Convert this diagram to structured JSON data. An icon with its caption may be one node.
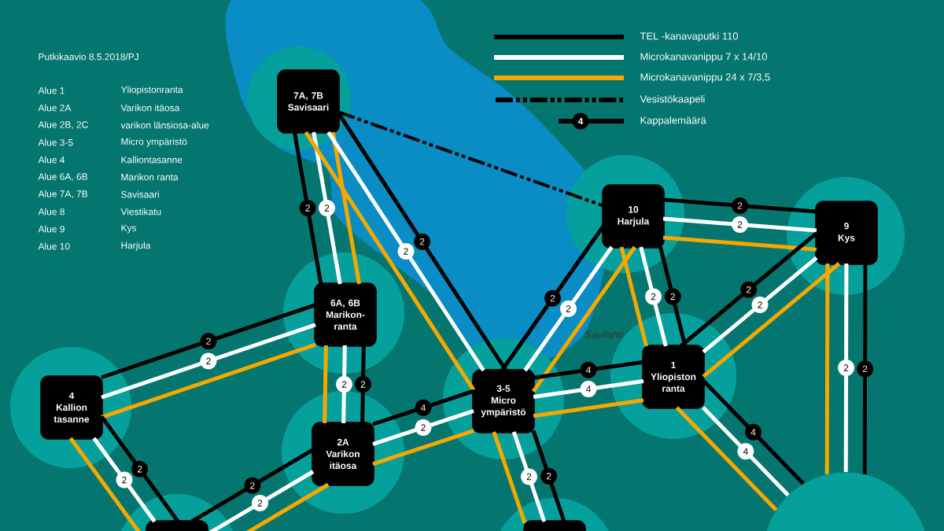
{
  "diagram": {
    "title": "Putkikaavio 8.5.2018/PJ",
    "nodes": [
      {
        "text": [
          "7A, 7B",
          "Savisaari"
        ]
      },
      {
        "text": [
          "10",
          "Harjula"
        ]
      },
      {
        "text": [
          "9",
          "Kys"
        ]
      },
      {
        "text": [
          "6A, 6B",
          "Marikon-ranta"
        ]
      },
      {
        "text": [
          "4",
          "Kallion tasanne"
        ]
      },
      {
        "text": [
          "3-5",
          "Micro ympäristö"
        ]
      },
      {
        "text": [
          "1",
          "Yliopiston ranta"
        ]
      },
      {
        "text": [
          "2A",
          "Varikon itäosa"
        ]
      },
      {
        "text": [],
        "shape": "box"
      },
      {
        "text": [],
        "shape": "box"
      },
      {
        "text": [],
        "shape": "circle"
      }
    ],
    "edges": [
      {
        "from": 0,
        "to": 3,
        "arrow": "none",
        "label": "2"
      },
      {
        "from": 0,
        "to": 3,
        "arrow": "none",
        "label": "2",
        "color": "#ffffff"
      },
      {
        "from": 0,
        "to": 3,
        "arrow": "none",
        "color": "#f5a800"
      },
      {
        "from": 0,
        "to": 5,
        "arrow": "none",
        "label": "2"
      },
      {
        "from": 0,
        "to": 5,
        "arrow": "none",
        "label": "2",
        "color": "#ffffff"
      },
      {
        "from": 0,
        "to": 5,
        "arrow": "none",
        "color": "#f5a800"
      },
      {
        "from": 3,
        "to": 4,
        "arrow": "none",
        "label": "2"
      },
      {
        "from": 3,
        "to": 4,
        "arrow": "none",
        "label": "2",
        "color": "#ffffff"
      },
      {
        "from": 3,
        "to": 4,
        "arrow": "none",
        "color": "#f5a800"
      },
      {
        "from": 3,
        "to": 7,
        "arrow": "none",
        "label": "2"
      },
      {
        "from": 3,
        "to": 7,
        "arrow": "none",
        "label": "2",
        "color": "#ffffff"
      },
      {
        "from": 3,
        "to": 7,
        "arrow": "none",
        "color": "#f5a800"
      },
      {
        "from": 4,
        "to": 8,
        "arrow": "none",
        "label": "2"
      },
      {
        "from": 4,
        "to": 8,
        "arrow": "none",
        "label": "2",
        "color": "#ffffff"
      },
      {
        "from": 4,
        "to": 8,
        "arrow": "none",
        "color": "#f5a800"
      },
      {
        "from": 7,
        "to": 8,
        "arrow": "none",
        "label": "2"
      },
      {
        "from": 7,
        "to": 8,
        "arrow": "none",
        "label": "2",
        "color": "#ffffff"
      },
      {
        "from": 7,
        "to": 8,
        "arrow": "none",
        "color": "#f5a800"
      },
      {
        "from": 7,
        "to": 5,
        "arrow": "none",
        "label": "4"
      },
      {
        "from": 7,
        "to": 5,
        "arrow": "none",
        "label": "2",
        "color": "#ffffff"
      },
      {
        "from": 7,
        "to": 5,
        "arrow": "none",
        "color": "#f5a800"
      },
      {
        "from": 5,
        "to": 1,
        "arrow": "none",
        "label": "2"
      },
      {
        "from": 5,
        "to": 1,
        "arrow": "none",
        "label": "2",
        "color": "#ffffff"
      },
      {
        "from": 5,
        "to": 1,
        "arrow": "none",
        "color": "#f5a800"
      },
      {
        "from": 5,
        "to": 6,
        "arrow": "none",
        "label": "4"
      },
      {
        "from": 5,
        "to": 6,
        "arrow": "none",
        "label": "4",
        "color": "#ffffff"
      },
      {
        "from": 5,
        "to": 6,
        "arrow": "none",
        "color": "#f5a800"
      },
      {
        "from": 5,
        "to": 9,
        "arrow": "none",
        "label": "2"
      },
      {
        "from": 5,
        "to": 9,
        "arrow": "none",
        "label": "2",
        "color": "#ffffff"
      },
      {
        "from": 5,
        "to": 9,
        "arrow": "none",
        "color": "#f5a800"
      },
      {
        "from": 1,
        "to": 2,
        "arrow": "none",
        "label": "2"
      },
      {
        "from": 1,
        "to": 2,
        "arrow": "none",
        "label": "2",
        "color": "#ffffff"
      },
      {
        "from": 1,
        "to": 2,
        "arrow": "none",
        "color": "#f5a800"
      },
      {
        "from": 1,
        "to": 6,
        "arrow": "none",
        "label": "2"
      },
      {
        "from": 1,
        "to": 6,
        "arrow": "none",
        "label": "2",
        "color": "#ffffff"
      },
      {
        "from": 1,
        "to": 6,
        "arrow": "none",
        "color": "#f5a800"
      },
      {
        "from": 6,
        "to": 2,
        "arrow": "none",
        "label": "2"
      },
      {
        "from": 6,
        "to": 2,
        "arrow": "none",
        "label": "2",
        "color": "#ffffff"
      },
      {
        "from": 6,
        "to": 2,
        "arrow": "none",
        "color": "#f5a800"
      },
      {
        "from": 6,
        "to": 10,
        "arrow": "none",
        "label": "4"
      },
      {
        "from": 6,
        "to": 10,
        "arrow": "none",
        "label": "4",
        "color": "#ffffff"
      },
      {
        "from": 6,
        "to": 10,
        "arrow": "none",
        "color": "#f5a800"
      },
      {
        "from": 2,
        "to": 10,
        "arrow": "none",
        "label": "2"
      },
      {
        "from": 2,
        "to": 10,
        "arrow": "none",
        "label": "2",
        "color": "#ffffff"
      },
      {
        "from": 2,
        "to": 10,
        "arrow": "none",
        "color": "#f5a800"
      },
      {
        "from": 0,
        "to": 1,
        "arrow": "none",
        "style": "dashed"
      }
    ],
    "labels": [
      "Alue 1",
      "Yliopistonranta",
      "Alue 2A",
      "Varikon itäosa",
      "Alue 2B, 2C",
      "varikon länsiosa-alue",
      "Alue 3-5",
      "Micro ympäristö",
      "Alue 4",
      "Kalliontasanne",
      "Alue 6A, 6B",
      "Marikon ranta",
      "Alue 7A, 7B",
      "Savisaari",
      "Alue 8",
      "Viestikatu",
      "Alue 9",
      "Kys",
      "Alue 10",
      "Harjula",
      "4",
      "Savilahti"
    ],
    "legend": [
      {
        "text": "TEL -kanavaputki 110"
      },
      {
        "text": "Microkanavanippu 7 x 14/10"
      },
      {
        "text": "Microkanavanippu 24 x 7/3,5"
      },
      {
        "text": "Vesistökaapeli"
      },
      {
        "text": "Kappalemäärä"
      }
    ]
  }
}
